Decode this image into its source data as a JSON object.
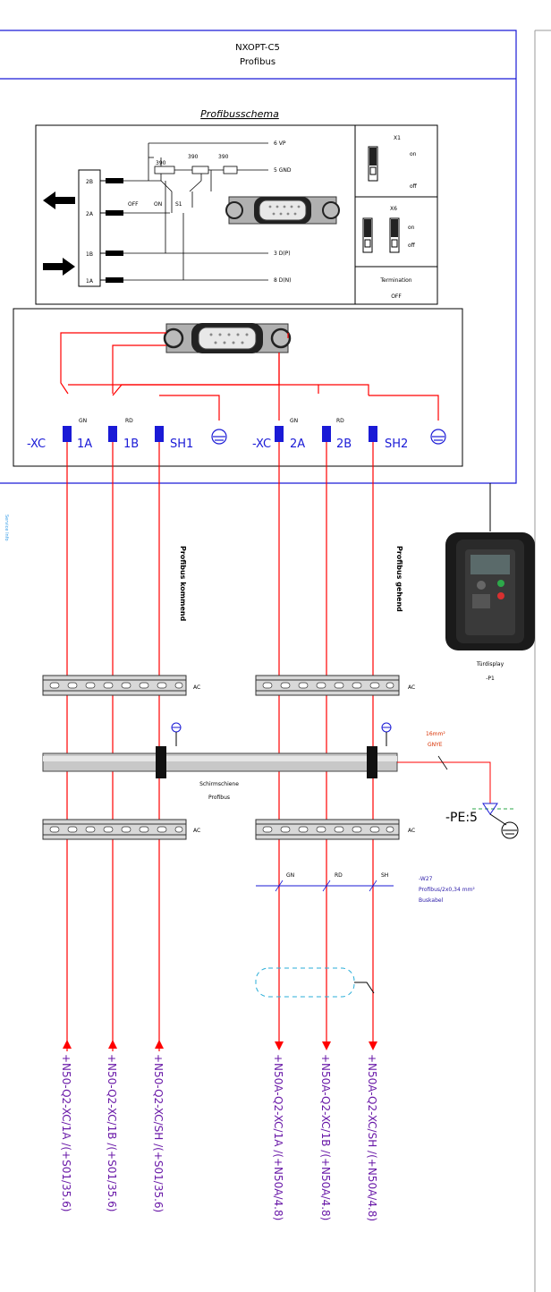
{
  "header": {
    "title": "NXOPT-C5",
    "subtitle": "Profibus"
  },
  "schema": {
    "title": "Profibusschema",
    "resistor_values": [
      "390",
      "390",
      "390"
    ],
    "bus_labels": [
      "6 VP",
      "5 GND",
      "3 D(P)",
      "8 D(N)"
    ],
    "switch_labels": [
      "OFF",
      "ON",
      "S1"
    ],
    "term_terminals": [
      "2B",
      "2A",
      "1B",
      "1A"
    ],
    "x1": {
      "name": "X1",
      "on": "on",
      "off": "off"
    },
    "x6": {
      "name": "X6",
      "on": "on",
      "off": "off"
    },
    "termination": {
      "line1": "Termination",
      "line2": "OFF"
    }
  },
  "terminal_strip": {
    "groups": [
      {
        "prefix": "-XC",
        "terminals": [
          {
            "label": "1A",
            "color": "GN"
          },
          {
            "label": "1B",
            "color": "RD"
          },
          {
            "label": "SH1",
            "color": ""
          }
        ]
      },
      {
        "prefix": "-XC",
        "terminals": [
          {
            "label": "2A",
            "color": "GN"
          },
          {
            "label": "2B",
            "color": "RD"
          },
          {
            "label": "SH2",
            "color": ""
          }
        ]
      }
    ]
  },
  "annotations": {
    "incoming": "Profibus kommend",
    "outgoing": "Profibus gehend",
    "left_marker": "Service Info",
    "door_display": {
      "line1": "Türdisplay",
      "line2": "-P1"
    },
    "rail_ac": "AC",
    "shield_rail": {
      "line1": "Schirmschiene",
      "line2": "Profibus"
    },
    "pe_wire": {
      "line1": "16mm²",
      "line2": "GNYE"
    },
    "pe_terminal": "-PE:5",
    "cable": {
      "line1": "-W27",
      "line2": "Profibus/2x0,34 mm²",
      "line3": "Buskabel",
      "cores": [
        "GN",
        "RD",
        "SH"
      ]
    }
  },
  "crossrefs": [
    "+N50-Q2-XC/1A /(+S01/35.6)",
    "+N50-Q2-XC/1B /(+S01/35.6)",
    "+N50-Q2-XC/SH /(+S01/35.6)",
    "+N50A-Q2-XC/1A /(+N50A/4.8)",
    "+N50A-Q2-XC/1B /(+N50A/4.8)",
    "+N50A-Q2-XC/SH /(+N50A/4.8)"
  ],
  "colors": {
    "frame": "#1a1ad6",
    "wire": "#ff0000",
    "crossref": "#6a1aa8",
    "cable_text": "#2a1aa8",
    "pe_text": "#d83000"
  }
}
